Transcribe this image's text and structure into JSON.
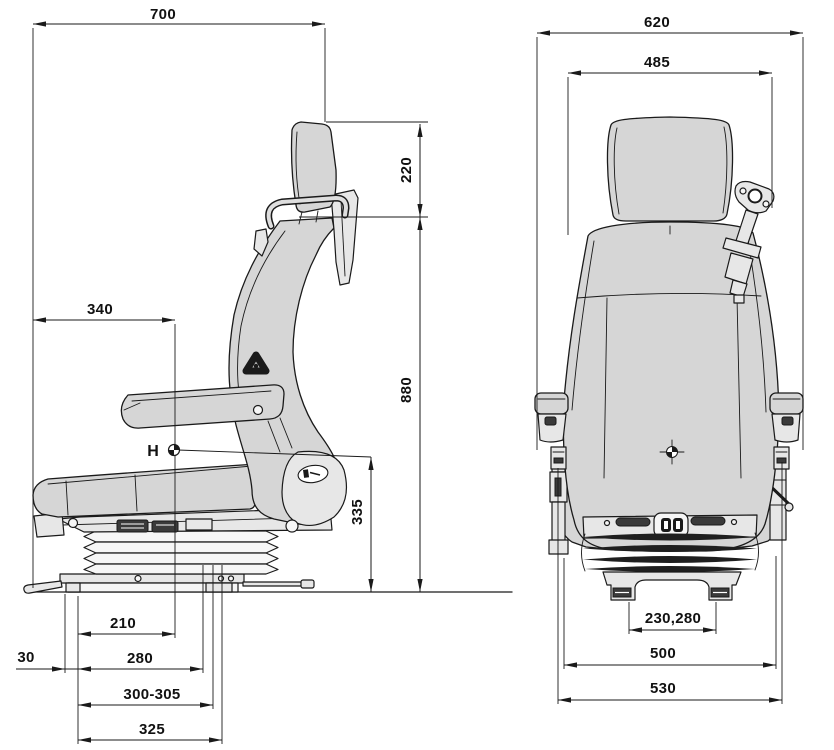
{
  "drawing": {
    "type": "technical dimension drawing",
    "subject": "suspension driver seat, side view and rear view"
  },
  "side_view": {
    "h_point_label": "H",
    "dims": {
      "overall_depth": "700",
      "headrest_to_shoulder": "220",
      "shoulder_height": "880",
      "h_point_setback": "340",
      "h_point_height": "335",
      "slide_210": "210",
      "slide_30": "30",
      "slide_280": "280",
      "slide_300_305": "300-305",
      "slide_325": "325"
    }
  },
  "rear_view": {
    "dims": {
      "overall_width": "620",
      "backrest_width": "485",
      "rail_spacing": "230,280",
      "base_width_inner": "500",
      "base_width_outer": "530"
    }
  }
}
